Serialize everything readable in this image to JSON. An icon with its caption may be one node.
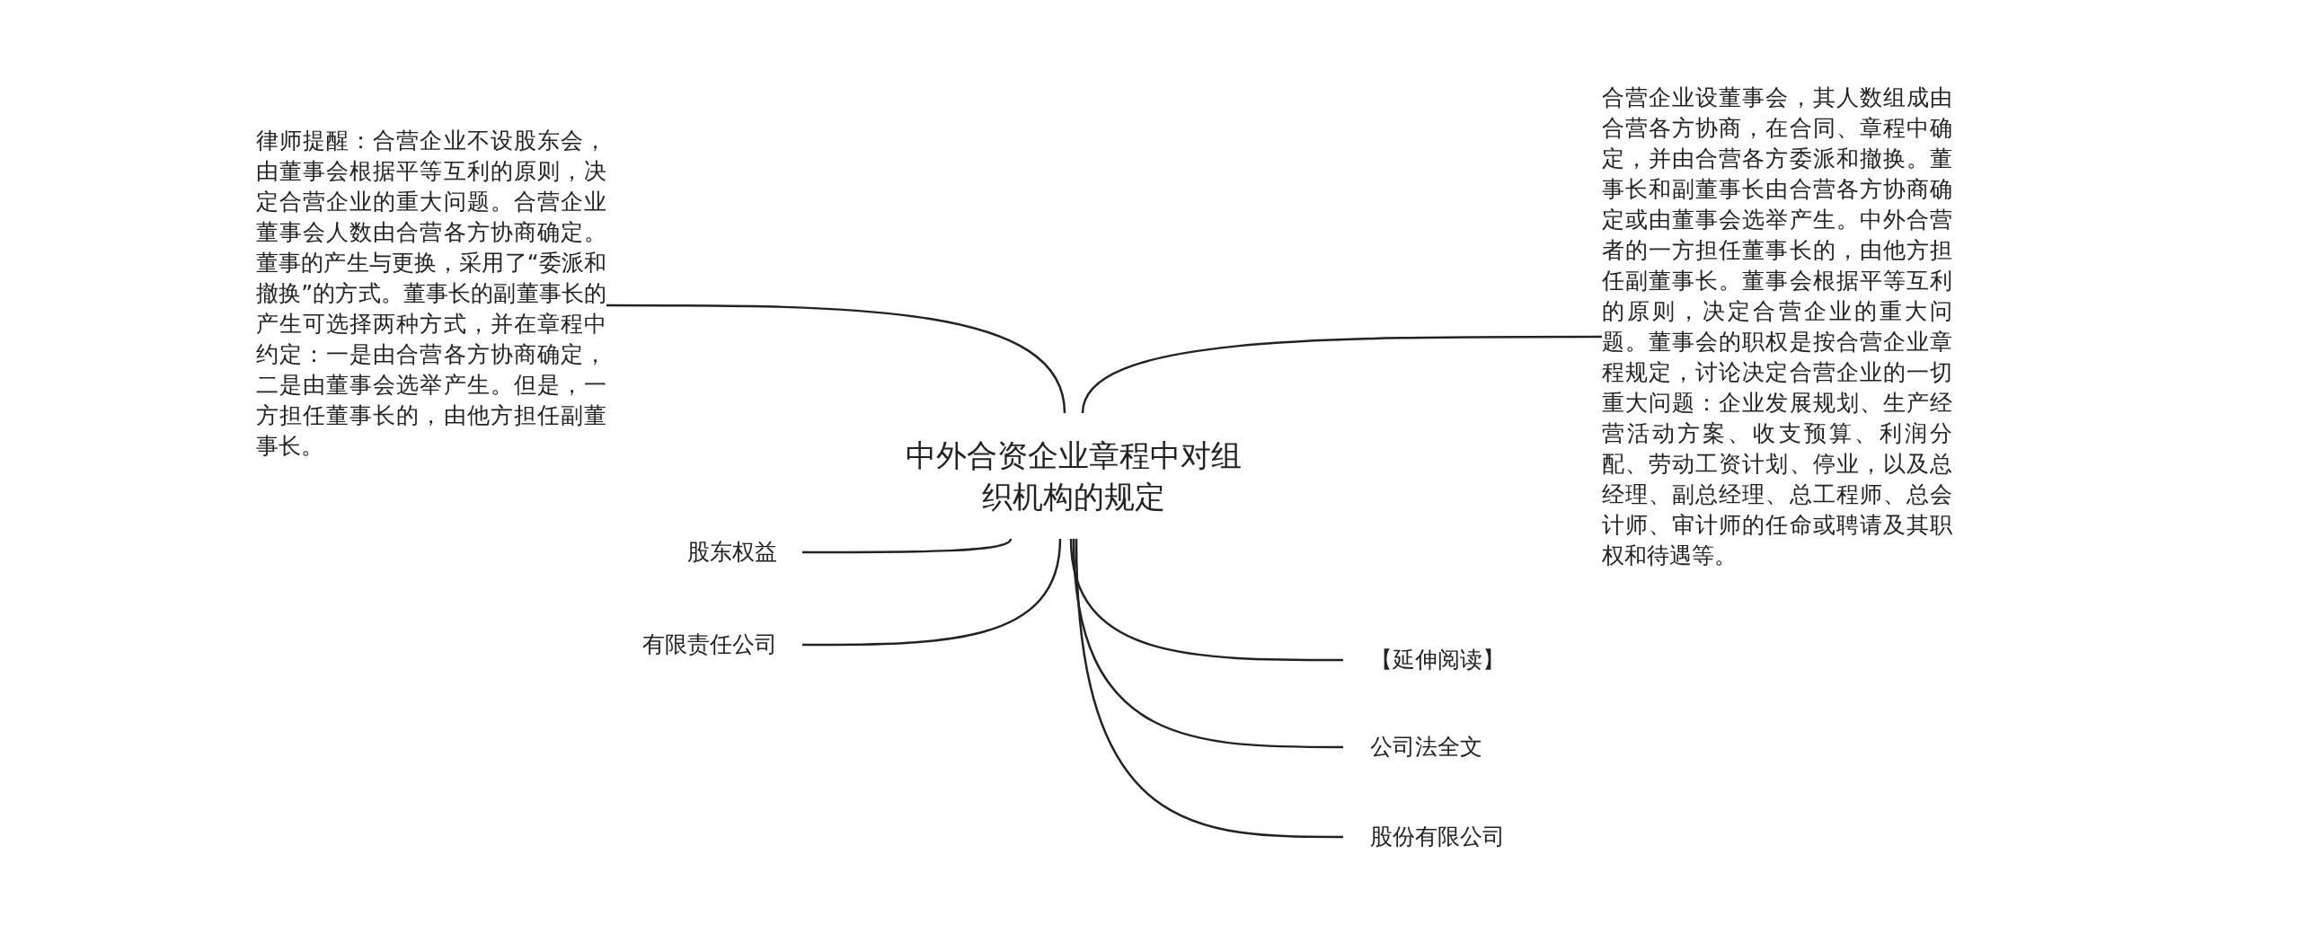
{
  "diagram": {
    "nodes": [
      {
        "text": [
          "中外合资企业章程中对组织机构的规定"
        ]
      },
      {
        "text": [
          "律师提醒：合营企业不设股东会，由董事会根据平等互利的原则，决定合营企业的重大问题。合营企业董事会人数由合营各方协商确定。董事的产生与更换，采用了“委派和撤换”的方式。董事长的副董事长的产生可选择两种方式，并在章程中约定：一是由合营各方协商确定，二是由董事会选举产生。但是，一方担任董事长的，由他方担任副董事长。"
        ]
      },
      {
        "text": [
          "合营企业设董事会，其人数组成由合营各方协商，在合同、章程中确定，并由合营各方委派和撤换。董事长和副董事长由合营各方协商确定或由董事会选举产生。中外合营者的一方担任董事长的，由他方担任副董事长。董事会根据平等互利的原则，决定合营企业的重大问题。董事会的职权是按合营企业章程规定，讨论决定合营企业的一切重大问题：企业发展规划、生产经营活动方案、收支预算、利润分配、劳动工资计划、停业，以及总经理、副总经理、总工程师、总会计师、审计师的任命或聘请及其职权和待遇等。"
        ]
      },
      {
        "text": [
          "股东权益"
        ]
      },
      {
        "text": [
          "有限责任公司"
        ]
      },
      {
        "text": [
          "【延伸阅读】"
        ]
      },
      {
        "text": [
          "公司法全文"
        ]
      },
      {
        "text": [
          "股份有限公司"
        ]
      }
    ],
    "edges": [
      {
        "from": 0,
        "to": 1,
        "arrow": "none"
      },
      {
        "from": 0,
        "to": 2,
        "arrow": "none"
      },
      {
        "from": 0,
        "to": 3,
        "arrow": "none"
      },
      {
        "from": 0,
        "to": 4,
        "arrow": "none"
      },
      {
        "from": 0,
        "to": 5,
        "arrow": "none"
      },
      {
        "from": 0,
        "to": 6,
        "arrow": "none"
      },
      {
        "from": 0,
        "to": 7,
        "arrow": "none"
      }
    ]
  }
}
